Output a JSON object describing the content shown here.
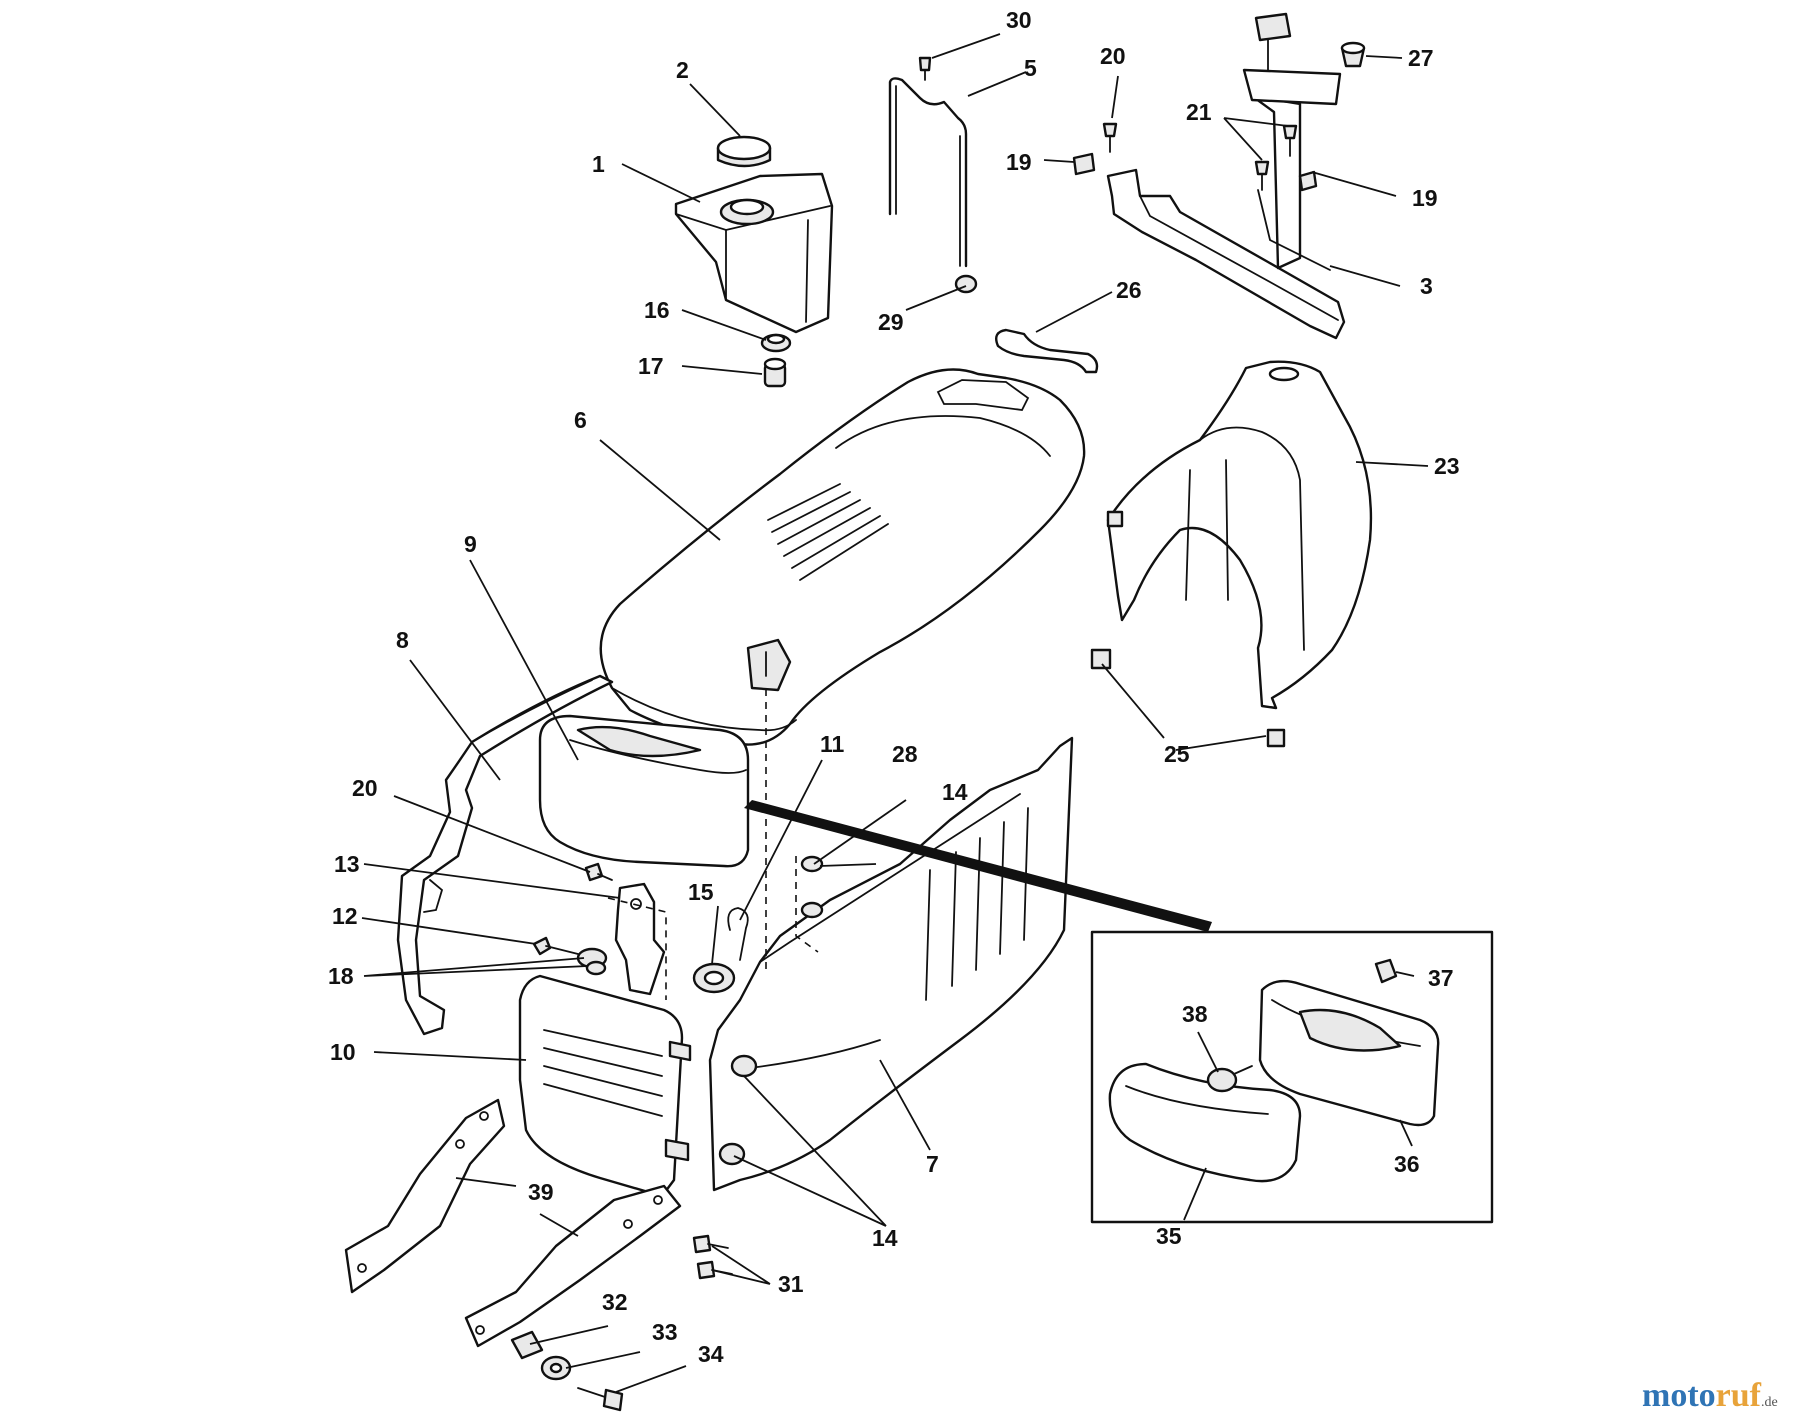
{
  "callouts": {
    "c1": "1",
    "c2": "2",
    "c3": "3",
    "c5": "5",
    "c6": "6",
    "c7": "7",
    "c8": "8",
    "c9": "9",
    "c10": "10",
    "c11": "11",
    "c12": "12",
    "c13": "13",
    "c14a": "14",
    "c14b": "14",
    "c15": "15",
    "c16": "16",
    "c17": "17",
    "c18": "18",
    "c19a": "19",
    "c19b": "19",
    "c20a": "20",
    "c20b": "20",
    "c21": "21",
    "c23": "23",
    "c25": "25",
    "c26": "26",
    "c27": "27",
    "c28": "28",
    "c29": "29",
    "c30": "30",
    "c31": "31",
    "c32": "32",
    "c33": "33",
    "c34": "34",
    "c35": "35",
    "c36": "36",
    "c37": "37",
    "c38": "38",
    "c39": "39"
  },
  "watermark": {
    "part_a": "moto",
    "part_b": "ruf",
    "suffix": ".de"
  }
}
